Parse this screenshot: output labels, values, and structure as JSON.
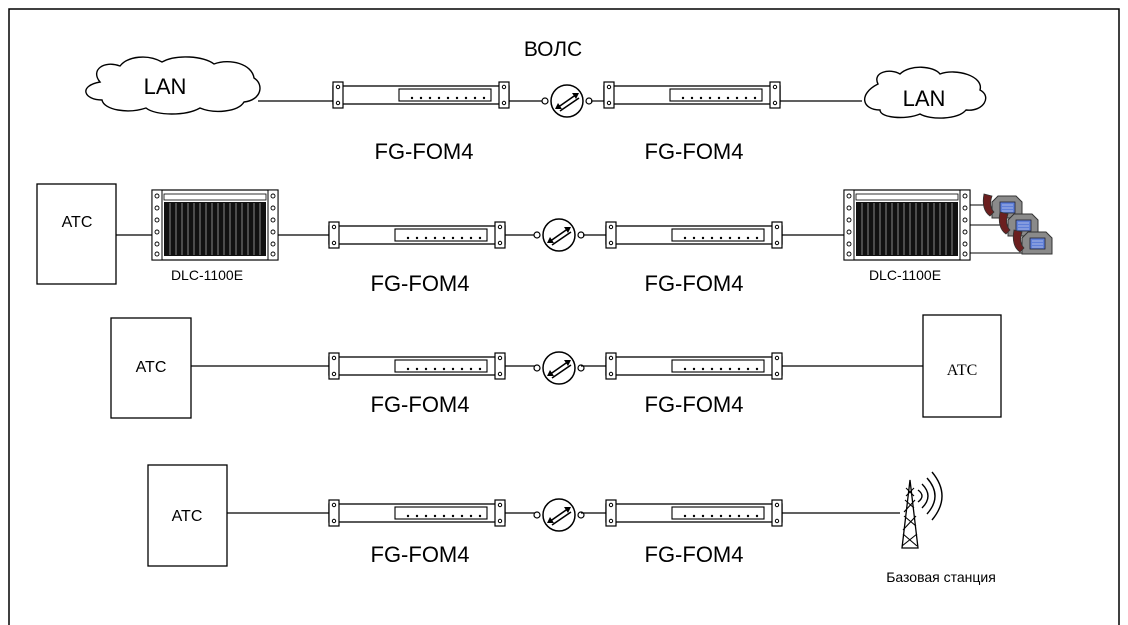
{
  "title": "ВОЛС",
  "colors": {
    "line": "#000000",
    "background": "#ffffff",
    "phone_body": "#8a8a8a",
    "phone_screen": "#5f7fd8",
    "phone_handset": "#6b1f1f"
  },
  "rows": [
    {
      "left": {
        "type": "cloud",
        "label": "LAN"
      },
      "modules": [
        "FG-FOM4",
        "FG-FOM4"
      ],
      "right": {
        "type": "cloud",
        "label": "LAN"
      }
    },
    {
      "left": {
        "type": "box",
        "label": "АТС",
        "device": "DLC-1100E"
      },
      "modules": [
        "FG-FOM4",
        "FG-FOM4"
      ],
      "right": {
        "type": "device-phones",
        "device": "DLC-1100E",
        "icons": [
          "phone-icon",
          "phone-icon",
          "phone-icon"
        ]
      }
    },
    {
      "left": {
        "type": "box",
        "label": "АТС"
      },
      "modules": [
        "FG-FOM4",
        "FG-FOM4"
      ],
      "right": {
        "type": "box",
        "label": "АТС"
      }
    },
    {
      "left": {
        "type": "box",
        "label": "АТС"
      },
      "modules": [
        "FG-FOM4",
        "FG-FOM4"
      ],
      "right": {
        "type": "tower",
        "label": "Базовая станция",
        "icon": "radio-tower-icon"
      }
    }
  ]
}
